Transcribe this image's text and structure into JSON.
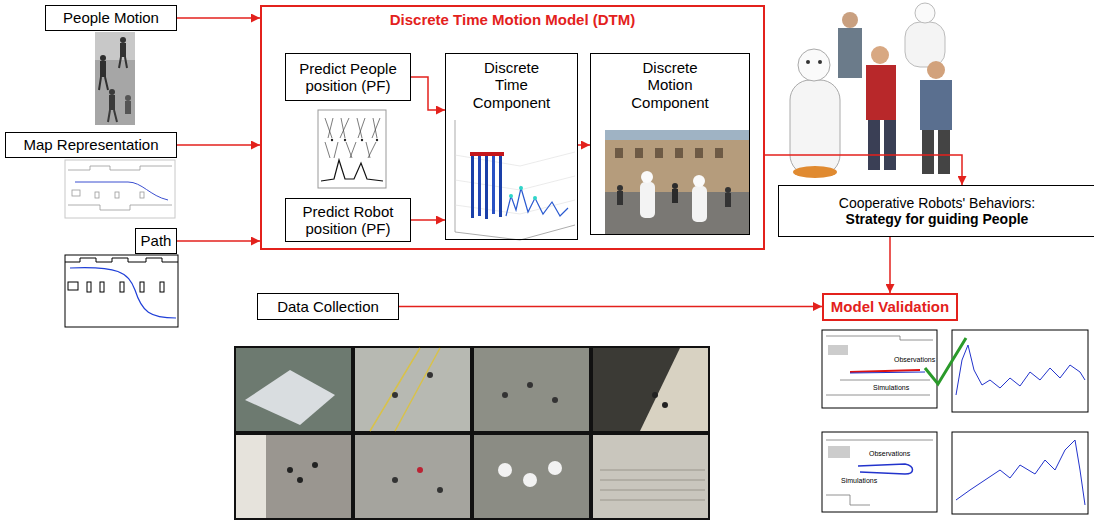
{
  "diagram": {
    "nodes": [
      {
        "text": [
          "People Motion"
        ]
      },
      {
        "text": [
          "Map Representation"
        ]
      },
      {
        "text": [
          "Path"
        ]
      },
      {
        "text": [
          "Discrete Time Motion Model (DTM)"
        ]
      },
      {
        "text": [
          "Predict People position (PF)"
        ],
        "in": 3
      },
      {
        "text": [
          "Discrete Time Component"
        ],
        "in": 3
      },
      {
        "text": [
          "Discrete Motion Component"
        ],
        "in": 3
      },
      {
        "text": [
          "Predict Robot position (PF)"
        ],
        "in": 3
      },
      {
        "text": [
          "Cooperative Robots' Behaviors:",
          "Strategy for guiding People"
        ]
      },
      {
        "text": [
          "Data Collection"
        ]
      },
      {
        "text": [
          "Model Validation"
        ]
      }
    ],
    "edges": [
      {
        "from": 0,
        "to": 3,
        "arrow": "to"
      },
      {
        "from": 1,
        "to": 3,
        "arrow": "to"
      },
      {
        "from": 2,
        "to": 3,
        "arrow": "to"
      },
      {
        "from": 4,
        "to": 5,
        "arrow": "to"
      },
      {
        "from": 7,
        "to": 5,
        "arrow": "to"
      },
      {
        "from": 5,
        "to": 6,
        "arrow": "to"
      },
      {
        "from": 3,
        "to": 8,
        "arrow": "to"
      },
      {
        "from": 8,
        "to": 10,
        "arrow": "to"
      },
      {
        "from": 9,
        "to": 10,
        "arrow": "to"
      }
    ],
    "labels": [
      "Observations",
      "Simulations",
      "Observations",
      "Simulations"
    ]
  }
}
